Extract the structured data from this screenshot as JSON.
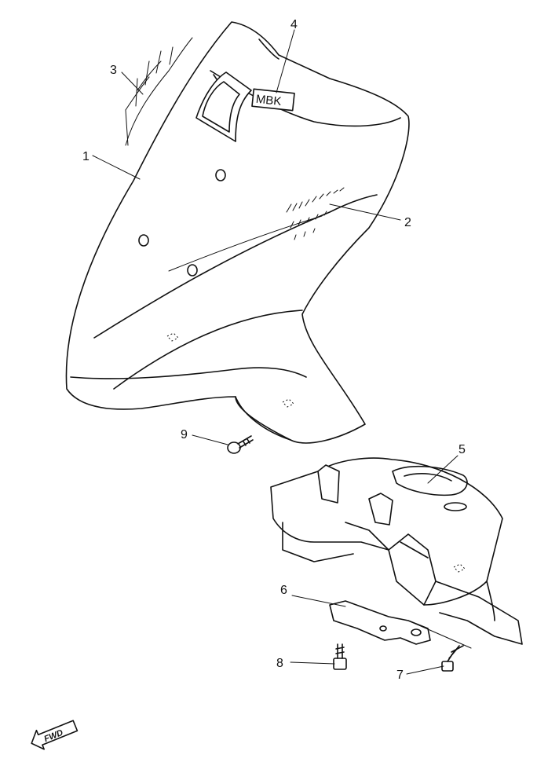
{
  "callouts": [
    {
      "id": "1",
      "label": "1"
    },
    {
      "id": "2",
      "label": "2"
    },
    {
      "id": "3",
      "label": "3"
    },
    {
      "id": "4",
      "label": "4"
    },
    {
      "id": "5",
      "label": "5"
    },
    {
      "id": "6",
      "label": "6"
    },
    {
      "id": "7",
      "label": "7"
    },
    {
      "id": "8",
      "label": "8"
    },
    {
      "id": "9",
      "label": "9"
    }
  ],
  "emblem_text": "MBK",
  "fwd_text": "FWD",
  "colors": {
    "line": "#111111",
    "background": "#ffffff"
  }
}
